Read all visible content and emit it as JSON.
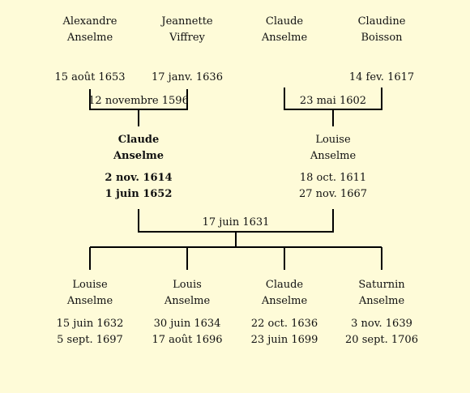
{
  "grandparents": [
    {
      "first": "Alexandre",
      "last": "Anselme",
      "birth": "15 août 1653",
      "death": ""
    },
    {
      "first": "Jeannette",
      "last": "Viffrey",
      "birth": "17 janv. 1636",
      "death": ""
    },
    {
      "first": "Claude",
      "last": "Anselme",
      "birth": "",
      "death": ""
    },
    {
      "first": "Claudine",
      "last": "Boisson",
      "birth": "14 fev. 1617",
      "death": ""
    }
  ],
  "marriages": {
    "paternal": "12 novembre 1596",
    "maternal": "23 mai 1602",
    "parents": "17 juin 1631"
  },
  "parents": [
    {
      "first": "Claude",
      "last": "Anselme",
      "birth": "2 nov. 1614",
      "death": "1 juin 1652"
    },
    {
      "first": "Louise",
      "last": "Anselme",
      "birth": "18 oct. 1611",
      "death": "27 nov. 1667"
    }
  ],
  "children": [
    {
      "first": "Louise",
      "last": "Anselme",
      "birth": "15 juin 1632",
      "death": "5 sept. 1697"
    },
    {
      "first": "Louis",
      "last": "Anselme",
      "birth": "30 juin 1634",
      "death": "17 août 1696"
    },
    {
      "first": "Claude",
      "last": "Anselme",
      "birth": "22 oct. 1636",
      "death": "23 juin 1699"
    },
    {
      "first": "Saturnin",
      "last": "Anselme",
      "birth": "3 nov. 1639",
      "death": "20 sept. 1706"
    }
  ],
  "colors": {
    "background": "#fefbd8",
    "line": "#000000"
  }
}
